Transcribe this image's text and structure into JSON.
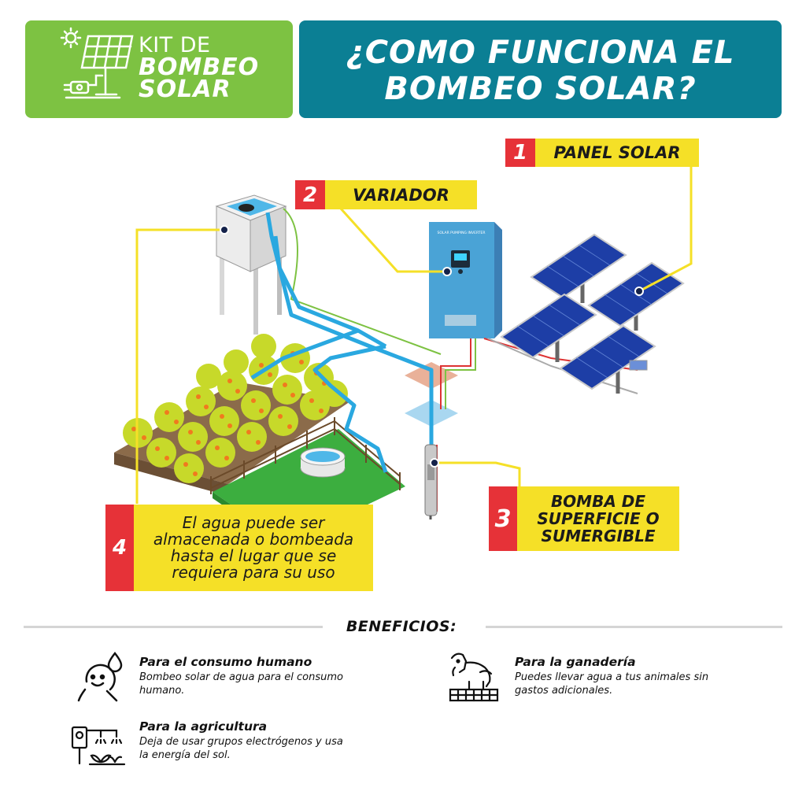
{
  "header": {
    "kit_line1": "KIT DE",
    "kit_line2": "BOMBEO",
    "kit_line3": "SOLAR",
    "title_line1": "¿COMO FUNCIONA EL",
    "title_line2": "BOMBEO SOLAR?"
  },
  "steps": [
    {
      "num": "1",
      "label": "PANEL SOLAR"
    },
    {
      "num": "2",
      "label": "VARIADOR"
    },
    {
      "num": "3",
      "label_lines": [
        "BOMBA DE",
        "SUPERFICIE O",
        "SUMERGIBLE"
      ]
    },
    {
      "num": "4",
      "label_lines": [
        "El agua puede ser",
        "almacenada o bombeada",
        "hasta el lugar que se",
        "requiera para su uso"
      ]
    }
  ],
  "inverter_label": "SOLAR PUMPING INVERTER",
  "benefits": {
    "heading": "BENEFICIOS:",
    "items": [
      {
        "icon": "human-water-icon",
        "title": "Para el consumo humano",
        "text_lines": [
          "Bombeo solar de agua para el consumo",
          "humano."
        ]
      },
      {
        "icon": "livestock-icon",
        "title": "Para la ganadería",
        "text_lines": [
          "Puedes llevar agua a tus animales sin",
          "gastos adicionales."
        ]
      },
      {
        "icon": "irrigation-icon",
        "title": "Para la agricultura",
        "text_lines": [
          "Deja de usar grupos electrógenos y usa",
          "la energía del sol."
        ]
      }
    ]
  },
  "colors": {
    "green": "#7dc242",
    "teal": "#0b7f94",
    "red": "#e63238",
    "yellow": "#f5e027",
    "water": "#2aa8e0"
  }
}
